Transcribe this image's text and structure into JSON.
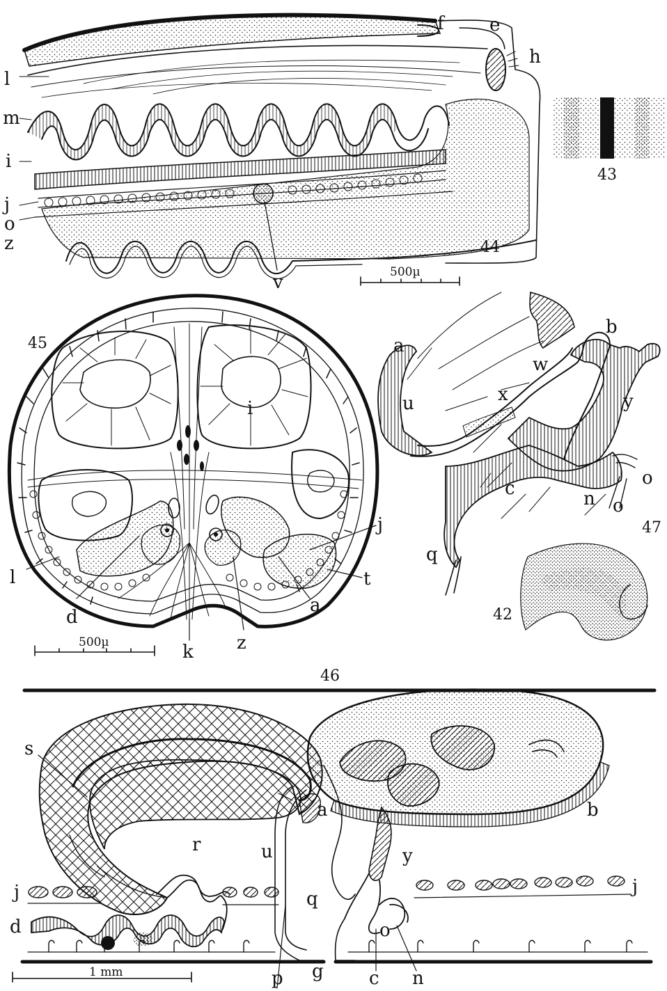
{
  "figures": {
    "fig44": {
      "number": "44",
      "labels": [
        "f",
        "e",
        "h",
        "l",
        "m",
        "i",
        "j",
        "o",
        "z",
        "v"
      ],
      "scale_label": "500µ"
    },
    "fig43": {
      "number": "43"
    },
    "fig45": {
      "number": "45",
      "labels": [
        "i",
        "j",
        "l",
        "t",
        "d",
        "a",
        "k",
        "z"
      ],
      "scale_label": "500µ"
    },
    "fig47": {
      "number": "47",
      "labels": [
        "a",
        "b",
        "w",
        "u",
        "x",
        "y",
        "c",
        "n",
        "o",
        "o",
        "q"
      ]
    },
    "fig42": {
      "number": "42"
    },
    "fig46": {
      "number": "46",
      "labels": [
        "s",
        "r",
        "b",
        "a",
        "u",
        "y",
        "j",
        "j",
        "q",
        "d",
        "o",
        "p",
        "g",
        "c",
        "n"
      ],
      "scale_label": "1 mm"
    }
  },
  "colors": {
    "ink": "#111111",
    "paper": "#ffffff"
  }
}
